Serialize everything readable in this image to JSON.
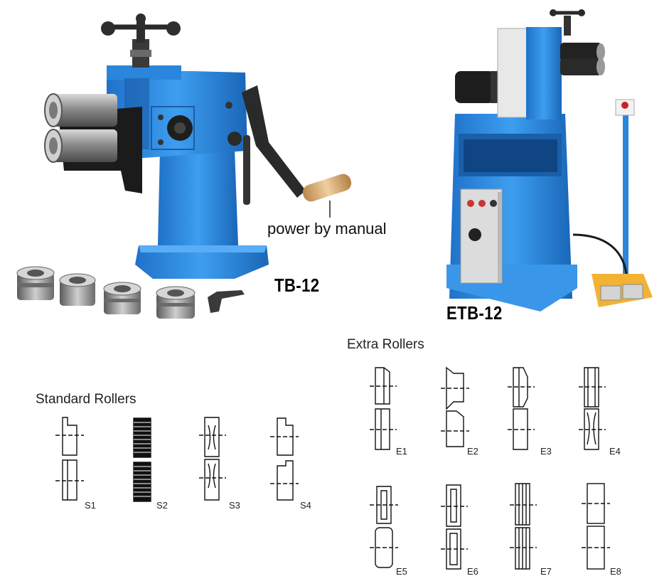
{
  "annotation": {
    "power_label": "power by manual"
  },
  "models": {
    "manual": "TB-12",
    "electric": "ETB-12"
  },
  "standard": {
    "title": "Standard Rollers",
    "items": [
      "S1",
      "S2",
      "S3",
      "S4"
    ]
  },
  "extra": {
    "title": "Extra Rollers",
    "items": [
      "E1",
      "E2",
      "E3",
      "E4",
      "E5",
      "E6",
      "E7",
      "E8"
    ]
  },
  "colors": {
    "machine_blue": "#2f8fe0",
    "roller_steel": "#9a9a9a",
    "handle_wood": "#d8b07a",
    "pedal_yellow": "#f2b233"
  }
}
